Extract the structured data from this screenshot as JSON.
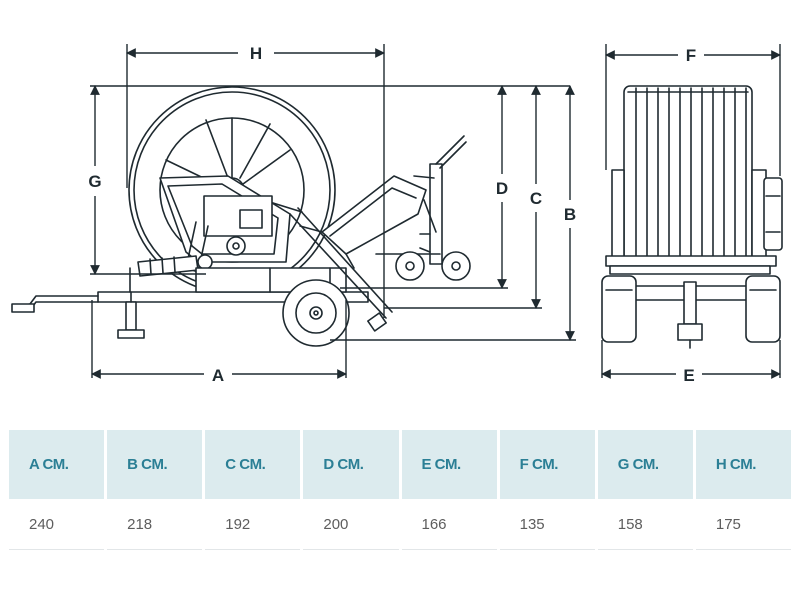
{
  "diagram": {
    "dimension_labels": {
      "A": "A",
      "B": "B",
      "C": "C",
      "D": "D",
      "E": "E",
      "F": "F",
      "G": "G",
      "H": "H"
    }
  },
  "table": {
    "headers": [
      "A CM.",
      "B CM.",
      "C CM.",
      "D CM.",
      "E CM.",
      "F CM.",
      "G CM.",
      "H CM."
    ],
    "values": [
      "240",
      "218",
      "192",
      "200",
      "166",
      "135",
      "158",
      "175"
    ]
  },
  "colors": {
    "header_background": "#dcebee",
    "header_text": "#2b7f95",
    "line": "#1f2a30"
  }
}
